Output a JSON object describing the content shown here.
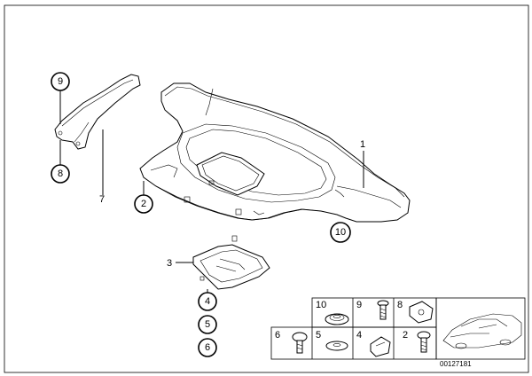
{
  "diagram": {
    "callouts": {
      "c9": "9",
      "c8": "8",
      "c2": "2",
      "c10": "10",
      "c4": "4",
      "c5": "5",
      "c6": "6"
    },
    "labels": {
      "l1": "1",
      "l7": "7",
      "l3": "3"
    },
    "parts_box": {
      "row1": [
        "10",
        "9",
        "8"
      ],
      "row2": [
        "6",
        "5",
        "4",
        "2"
      ]
    },
    "reference_number": "00127181"
  }
}
